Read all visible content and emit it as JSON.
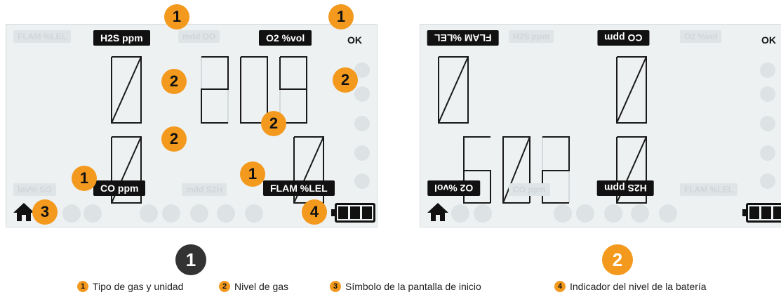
{
  "display1": {
    "tags": {
      "h2s": "H2S ppm",
      "o2": "O2 %vol",
      "co": "CO ppm",
      "flam": "FLAM %LEL"
    },
    "ghost_labels": [
      "FLAM %LEL",
      "mdd OO",
      "lov% SO",
      "mdd S2H"
    ],
    "status": "OK",
    "readings": {
      "h2s": "0",
      "o2": "20.9",
      "co": "0",
      "flam": "0"
    }
  },
  "display2": {
    "tags": {
      "flam": "FLAM %LEL",
      "co": "CO ppm",
      "o2": "O2 %vol",
      "h2s": "H2S ppm"
    },
    "ghost_labels": [
      "H2S ppm",
      "O2 %vol",
      "CO ppm",
      "FLAM %LEL"
    ],
    "status": "OK",
    "readings": {
      "flam": "0",
      "co": "0",
      "o2": "20.9",
      "h2s": "0"
    }
  },
  "callouts": {
    "gas_type": "1",
    "gas_level": "2",
    "home": "3",
    "battery": "4"
  },
  "figure_labels": {
    "first": "1",
    "second": "2"
  },
  "legend": [
    {
      "num": "1",
      "text": "Tipo de gas y unidad"
    },
    {
      "num": "2",
      "text": "Nivel de gas"
    },
    {
      "num": "3",
      "text": "Símbolo de la pantalla de inicio"
    },
    {
      "num": "4",
      "text": "Indicador del nivel de la batería"
    }
  ],
  "colors": {
    "accent": "#f39a1e",
    "lcd_bg": "#eef1f2",
    "dark": "#333333",
    "tag": "#111111"
  }
}
